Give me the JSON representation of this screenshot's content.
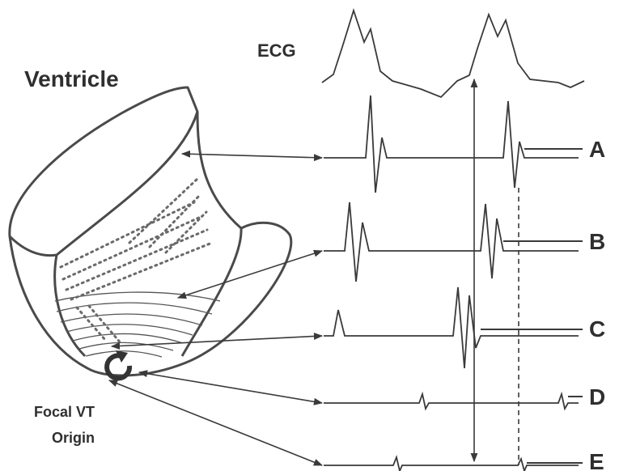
{
  "title": "Ventricle",
  "ecg_label": "ECG",
  "origin_label_line1": "Focal VT",
  "origin_label_line2": "Origin",
  "channels": [
    {
      "id": "A",
      "label": "A"
    },
    {
      "id": "B",
      "label": "B"
    },
    {
      "id": "C",
      "label": "C"
    },
    {
      "id": "D",
      "label": "D"
    },
    {
      "id": "E",
      "label": "E"
    }
  ],
  "colors": {
    "ink": "#3a3a3a",
    "background": "#ffffff"
  },
  "icons": {
    "origin_marker": "circular-arrow-icon"
  }
}
